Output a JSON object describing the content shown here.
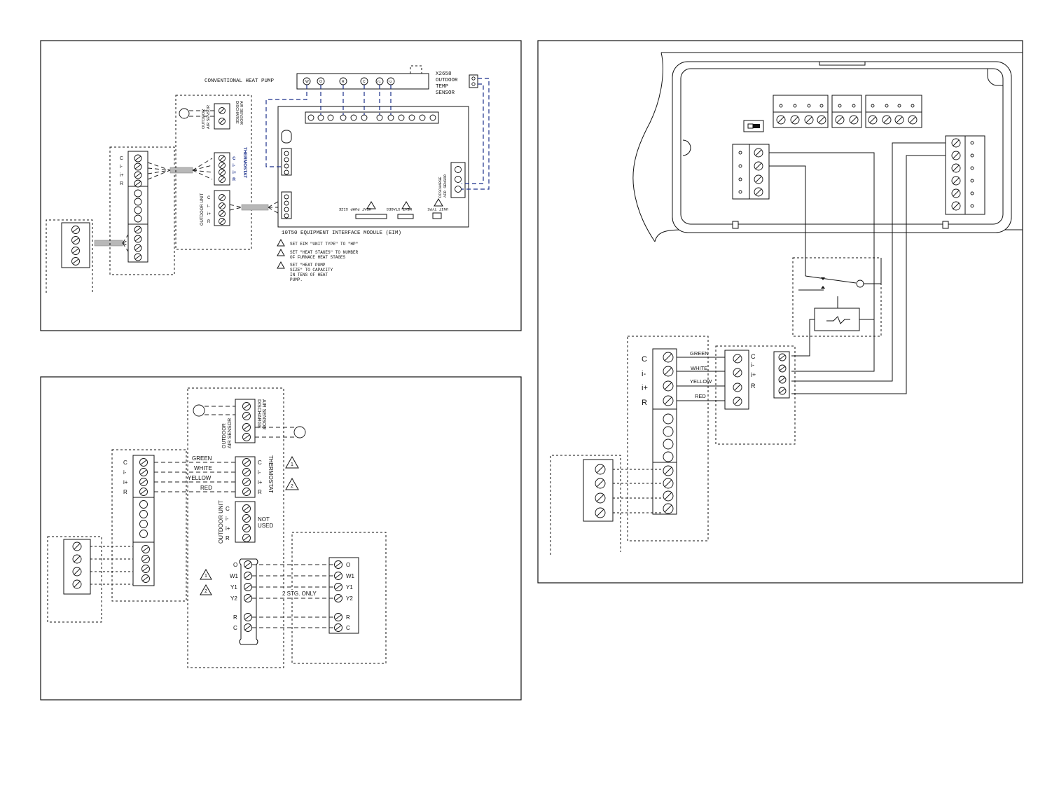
{
  "panel1": {
    "heat_pump_title": "CONVENTIONAL HEAT PUMP",
    "hp_terminals": [
      "W",
      "O",
      "R",
      "C",
      "Y1",
      "Y2"
    ],
    "sensor_label": "X2658",
    "sensor_line1": "OUTDOOR",
    "sensor_line2": "TEMP",
    "sensor_line3": "SENSOR",
    "eim_caption": "10T50 EQUIPMENT INTERFACE MODULE (EIM)",
    "discharge_label": "DISCHARGE",
    "air_sensor_label": "AIR SENSOR",
    "outdoor_label": "OUTDOOR",
    "outdoor_air_label": "AIR SENSOR",
    "thermostat_label": "THERMOSTAT",
    "outdoor_unit_label": "OUTDOOR UNIT",
    "term_labels": [
      "C",
      "i-",
      "i+",
      "R"
    ],
    "heat_pump_size": "HEAT PUMP SIZE",
    "heat_stages": "HEAT STAGES",
    "unit_type": "UNIT TYPE",
    "note1": "SET EIM \"UNIT TYPE\" TO \"HP\"",
    "note2a": "SET \"HEAT STAGES\" TO NUMBER",
    "note2b": "OF FURNACE HEAT STAGES",
    "note3a": "SET \"HEAT PUMP",
    "note3b": "SIZE\" TO CAPACITY",
    "note3c": "IN TENS OF HEAT",
    "note3d": "PUMP."
  },
  "panel2": {
    "wire_labels": [
      "GREEN",
      "WHITE",
      "YELLOW",
      "RED"
    ],
    "term_labels": [
      "C",
      "i-",
      "i+",
      "R"
    ],
    "discharge_label": "DISCHARGE",
    "air_sensor_label": "AIR SENSOR",
    "outdoor_label": "OUTDOOR",
    "outdoor_air_label": "AIR SENSOR",
    "thermostat_label": "THERMOSTAT",
    "outdoor_unit_label": "OUTDOOR UNIT",
    "not_label": "NOT",
    "used_label": "USED",
    "callout1": "1",
    "callout2": "2",
    "hp_terms": [
      "O",
      "W1",
      "Y1",
      "Y2",
      "R",
      "C"
    ],
    "stg_only": "2 STG. ONLY"
  },
  "panel3": {
    "wire_labels": [
      "GREEN",
      "WHITE",
      "YELLOW",
      "RED"
    ],
    "big_labels": [
      "C",
      "i-",
      "i+",
      "R"
    ],
    "small_labels": [
      "C",
      "i-",
      "i+",
      "R"
    ]
  }
}
